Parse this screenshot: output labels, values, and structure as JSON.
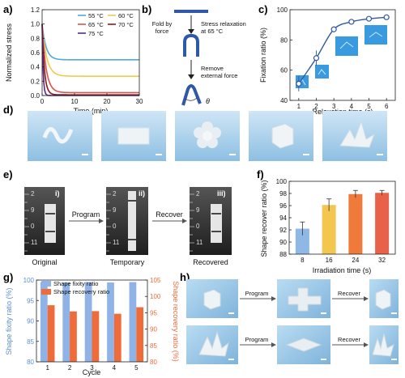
{
  "panel_labels": {
    "a": "a)",
    "b": "b)",
    "c": "c)",
    "d": "d)",
    "e": "e)",
    "f": "f)",
    "g": "g)",
    "h": "h)"
  },
  "colors": {
    "c55": "#4fa8e0",
    "c60": "#f2c94c",
    "c65": "#d9534f",
    "c70": "#8b1a1a",
    "c75": "#5a2a82",
    "blue": "#2f58a6",
    "f_bars": [
      "#8fb8e6",
      "#f3c74f",
      "#f07a3a",
      "#e8624a"
    ],
    "g_fixity": "#8fb3e6",
    "g_recovery": "#ef6c3a"
  },
  "chart_data": [
    {
      "id": "a",
      "type": "line",
      "xlabel": "Time (min)",
      "ylabel": "Normalized stress",
      "xlim": [
        0,
        30
      ],
      "ylim": [
        0,
        1.2
      ],
      "xticks": [
        0,
        10,
        20,
        30
      ],
      "yticks": [
        0.0,
        0.2,
        0.4,
        0.6,
        0.8,
        1.0,
        1.2
      ],
      "legend": {
        "placement": "top-right",
        "entries": [
          [
            "55 °C",
            "60 °C"
          ],
          [
            "65 °C",
            "70 °C"
          ],
          [
            "75 °C"
          ]
        ]
      },
      "series": [
        {
          "name": "55 °C",
          "color": "#4fa8e0",
          "start": 1.0,
          "end": 0.5,
          "rate": 1.2
        },
        {
          "name": "60 °C",
          "color": "#f2c94c",
          "start": 1.0,
          "end": 0.27,
          "rate": 1.4
        },
        {
          "name": "65 °C",
          "color": "#d9534f",
          "start": 1.0,
          "end": 0.04,
          "rate": 1.2
        },
        {
          "name": "70 °C",
          "color": "#8b1a1a",
          "start": 1.0,
          "end": 0.01,
          "rate": 0.7
        },
        {
          "name": "75 °C",
          "color": "#5a2a82",
          "start": 1.0,
          "end": 0.0,
          "rate": 0.3
        }
      ]
    },
    {
      "id": "c",
      "type": "scatter",
      "xlabel": "Relaxation time (s)",
      "ylabel": "Fixation ratio (%)",
      "xlim": [
        0.5,
        6.5
      ],
      "ylim": [
        40,
        100
      ],
      "xticks": [
        1,
        2,
        3,
        4,
        5,
        6
      ],
      "yticks": [
        40,
        60,
        80,
        100
      ],
      "x": [
        1,
        2,
        3,
        4,
        5,
        6
      ],
      "y": [
        51,
        68,
        87,
        92,
        94,
        95
      ],
      "err": [
        5,
        5,
        2,
        1,
        1,
        1
      ]
    },
    {
      "id": "f",
      "type": "bar",
      "xlabel": "Irradiation time (s)",
      "ylabel": "Shape recover ratio (%)",
      "categories": [
        "8",
        "16",
        "24",
        "32"
      ],
      "values": [
        92.2,
        96.1,
        97.9,
        98.1
      ],
      "err": [
        1.1,
        1.0,
        0.6,
        0.4
      ],
      "ylim": [
        88,
        100
      ],
      "yticks": [
        88,
        90,
        92,
        94,
        96,
        98,
        100
      ]
    },
    {
      "id": "g",
      "type": "bar",
      "xlabel": "Cycle",
      "ylabel": "Shape fixity ratio (%)",
      "ylabel_right": "Shape recovery ratio (%)",
      "categories": [
        "1",
        "2",
        "3",
        "4",
        "5"
      ],
      "series": [
        {
          "name": "Shape fixity ratio",
          "values": [
            99.5,
            99.4,
            99.5,
            99.4,
            99.5
          ]
        },
        {
          "name": "Shape recovery ratio",
          "values": [
            97.3,
            95.4,
            95.5,
            94.7,
            96.7
          ]
        }
      ],
      "ylim": [
        80,
        100
      ],
      "ylim_right": [
        80,
        105
      ],
      "yticks": [
        80,
        85,
        90,
        95,
        100
      ],
      "yticks_right": [
        80,
        85,
        90,
        95,
        100,
        105
      ]
    }
  ],
  "panel_b": {
    "fold_label_1": "Fold by",
    "fold_label_2": "force",
    "step1_1": "Stress relaxation",
    "step1_2": "at 65 °C",
    "step2_1": "Remove",
    "step2_2": "external force",
    "theta": "θ"
  },
  "panel_e": {
    "step_i": "i)",
    "step_ii": "ii)",
    "step_iii": "iii)",
    "arrow1": "Program",
    "arrow2": "Recover",
    "cap1": "Original",
    "cap2": "Temporary",
    "cap3": "Recovered",
    "ruler_nums": [
      "2",
      "9",
      "0",
      "11"
    ]
  },
  "panel_h": {
    "program": "Program",
    "recover": "Recover"
  }
}
